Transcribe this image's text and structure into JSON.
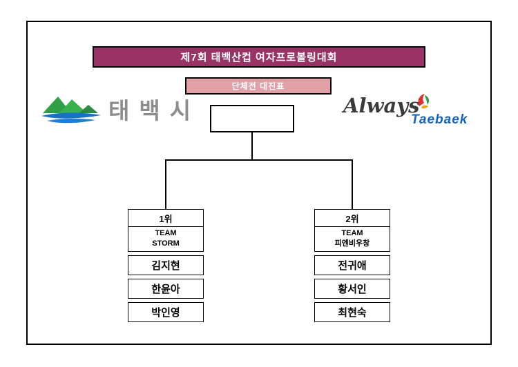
{
  "title_banner": "제7회 태백산컵 여자프로볼링대회",
  "subtitle_banner": "단체전 대진표",
  "logos": {
    "taebaek_city_text": "태백시",
    "always_script": "Always",
    "taebaek_blue_text": "Taebaek",
    "mountain_icon": "green-mountains-blue-wave-icon",
    "flame_icon": "red-green-yellow-flame-icon"
  },
  "bracket": {
    "final_box_value": "",
    "left": {
      "seed": "1위",
      "team_line1": "TEAM",
      "team_line2": "STORM",
      "players": [
        "김지현",
        "한윤아",
        "박인영"
      ]
    },
    "right": {
      "seed": "2위",
      "team_line1": "TEAM",
      "team_line2": "피엔비우창",
      "players": [
        "전귀애",
        "황서인",
        "최현숙"
      ]
    }
  },
  "colors": {
    "title_bg": "#993366",
    "subtitle_bg": "#e0a1a7",
    "taebaek_blue": "#1565c0",
    "city_text_gray": "#8d8d8d"
  }
}
